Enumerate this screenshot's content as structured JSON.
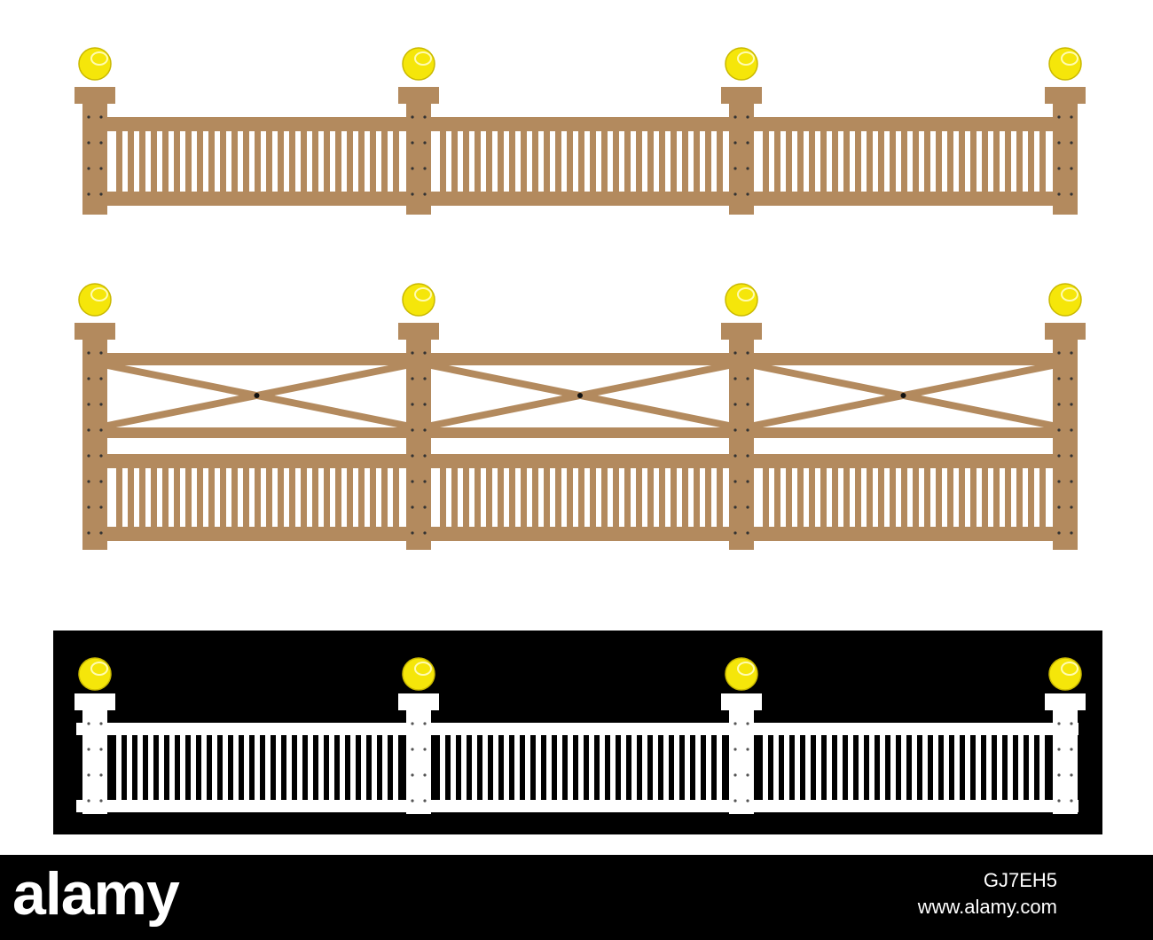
{
  "colors": {
    "wood": "#b38a5e",
    "wood_dark": "#8c6a45",
    "lamp": "#f5e60a",
    "lamp_edge": "#c9b800",
    "lamp_highlight": "#fffbb0",
    "panel_black": "#000000",
    "white_fence": "#ffffff",
    "bolt": "#333333",
    "background": "#ffffff",
    "footer": "#000000"
  },
  "fences": [
    {
      "id": "fence-top",
      "style": "picket",
      "material": "wood",
      "posts": 4
    },
    {
      "id": "fence-middle",
      "style": "cross-brace-over-picket",
      "material": "wood",
      "posts": 4
    },
    {
      "id": "fence-bottom",
      "style": "picket",
      "material": "white-on-black",
      "posts": 4
    }
  ],
  "watermark": {
    "brand": "alamy",
    "image_id": "GJ7EH5",
    "url": "www.alamy.com"
  }
}
